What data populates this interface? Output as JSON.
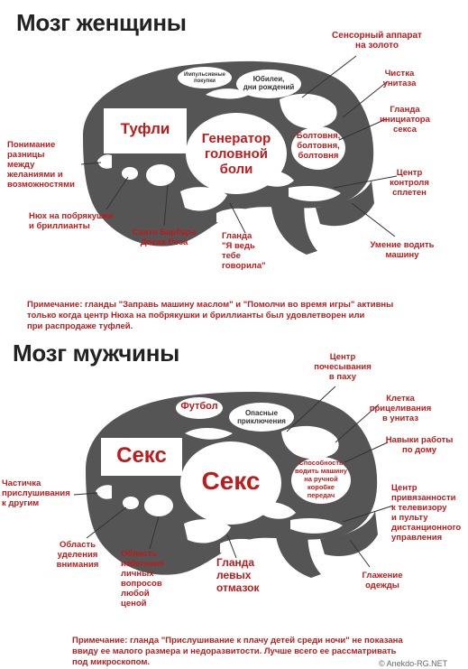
{
  "woman": {
    "title": "Мозг женщины",
    "regions": {
      "shoes": "Туфли",
      "generator": "Генератор\nголовной\nболи",
      "chatter": "Болтовня,\nболтовня,\nболтовня",
      "impulse": "Импульсивные\nпокупки",
      "anniversaries": "Юбилеи,\nдни рождений"
    },
    "labels": {
      "sensory": "Сенсорный аппарат\nна золото",
      "toilet": "Чистка\nунитаза",
      "sex_gland": "Гланда\nинициатора\nсекса",
      "gossip_center": "Центр\nконтроля\nсплетен",
      "driving": "Умение водить\nмашину",
      "gland_you": "Гланда\n\"Я ведь\nтебе\nговорила\"",
      "santa": "Санта Барбара\nДикая Роза",
      "sniff": "Нюх на побрякушки\nи бриллианты",
      "understanding": "Понимание\nразницы\nмежду\nжеланиями и\nвозможностями"
    },
    "note": "Примечание: гланды \"Заправь машину маслом\" и \"Помолчи во время игры\" активны\nтолько когда центр Нюха на побрякушки и бриллианты был удовлетворен или\nпри распродаже туфлей."
  },
  "man": {
    "title": "Мозг мужчины",
    "regions": {
      "football": "Футбол",
      "dangerous": "Опасные\nприключения",
      "sex_small": "Секс",
      "sex_big": "Секс",
      "driving_ability": "Способность\nводить машину\nна ручной\nкоробке\nпередач"
    },
    "labels": {
      "scratch": "Центр\nпочесывания\nв паху",
      "aim_cell": "Клетка\nприцеливания\nв унитаз",
      "work_route": "Навыки работы\nпо дому",
      "tv_center": "Центр\nпривязанности\nк телевизору\nи пульту\nдистанционного\nуправления",
      "ironing": "Глажение\nодежды",
      "excuses": "Гланда\nлевых\nотмазок",
      "avoid_area": "Область\nизбегания\nличных\nвопросов\nлюбой\nценой",
      "attention_area": "Область\nуделения\nвнимания",
      "listening": "Частичка\nприслушивания\nк другим"
    },
    "note": "Примечание: гланда \"Прислушивание к плачу детей среди ночи\" не показана\nввиду ее малого размера и недоразвитости. Лучше всего ее рассматривать\nпод микроскопом."
  },
  "watermark": "© Anekdo-RG.NET"
}
